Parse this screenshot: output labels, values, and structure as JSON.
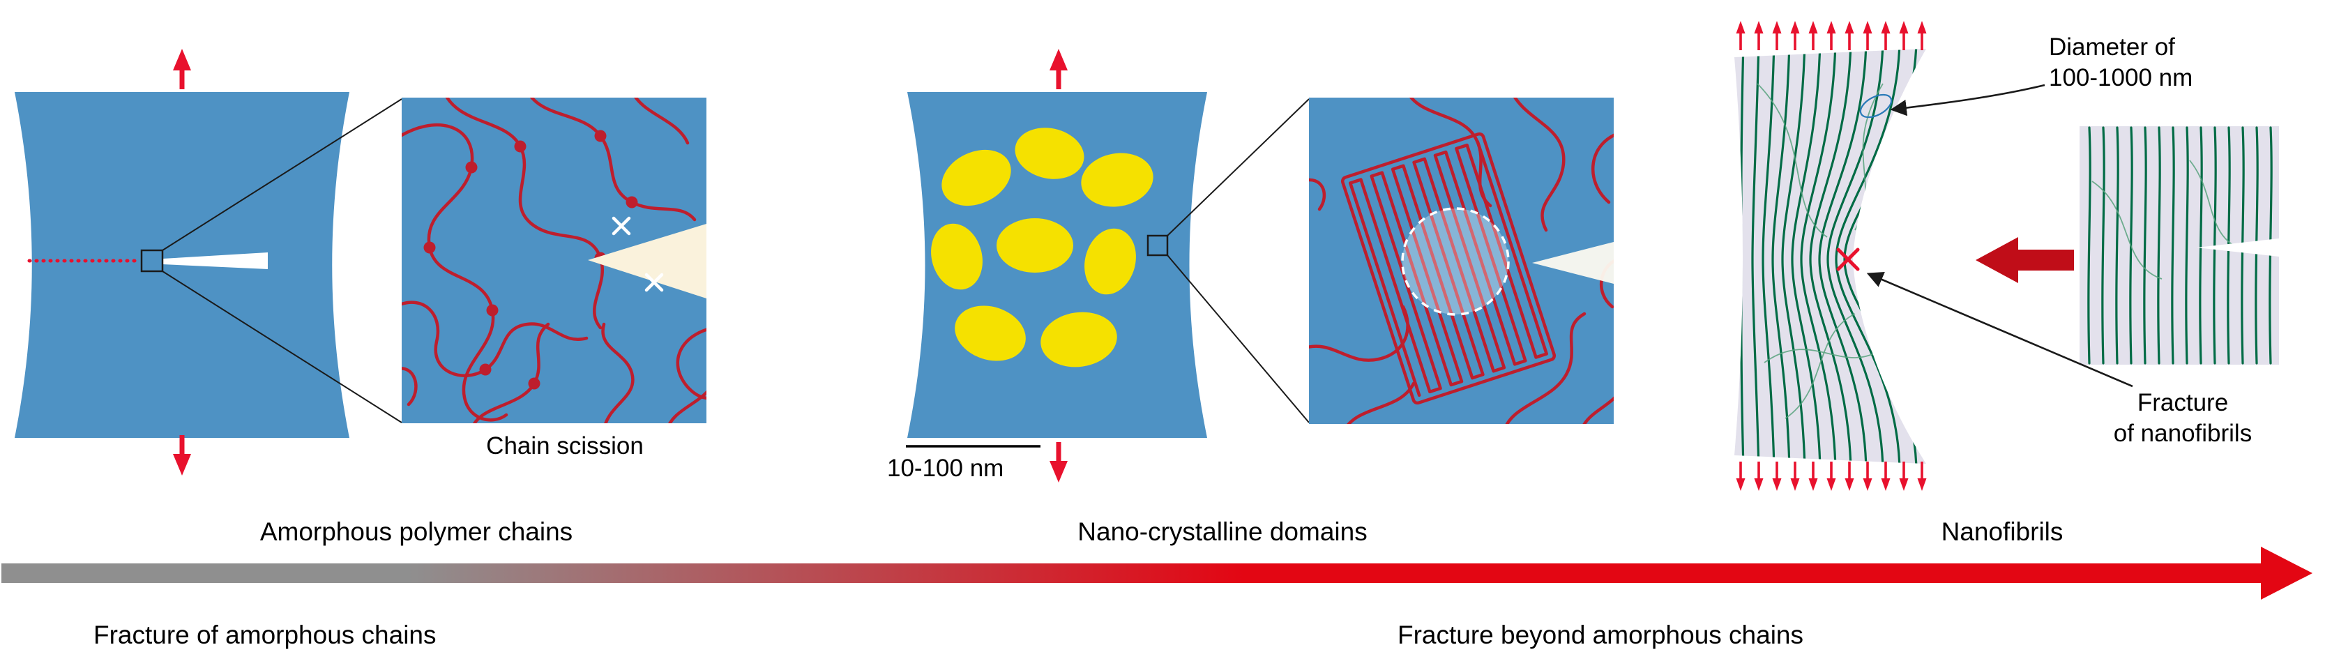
{
  "colors": {
    "specimen-blue": "#4E92C4",
    "chain-red": "#BE1E2D",
    "arrow-red": "#E8112D",
    "crystal-yellow": "#F5E100",
    "notch-cream": "#FAF2DC",
    "fibril-green": "#006B45",
    "fibril-green-light": "#58A27E",
    "matrix-lavender": "#E3E1EC",
    "bold-arrow-red": "#C00D18",
    "gradient-gray": "#8F8F8F",
    "gradient-red": "#E30613",
    "annotation-black": "#1A1A1A"
  },
  "panels": {
    "amorphous": {
      "label": "Amorphous polymer chains",
      "zoom_caption": "Chain scission"
    },
    "crystalline": {
      "label": "Nano-crystalline domains",
      "scale_bar": "10-100 nm"
    },
    "nanofibril": {
      "label": "Nanofibrils",
      "diameter_note_line1": "Diameter of",
      "diameter_note_line2": "100-1000 nm",
      "fracture_note_line1": "Fracture",
      "fracture_note_line2": "of nanofibrils"
    }
  },
  "progression": {
    "left_caption": "Fracture of amorphous chains",
    "right_caption": "Fracture beyond amorphous chains"
  }
}
